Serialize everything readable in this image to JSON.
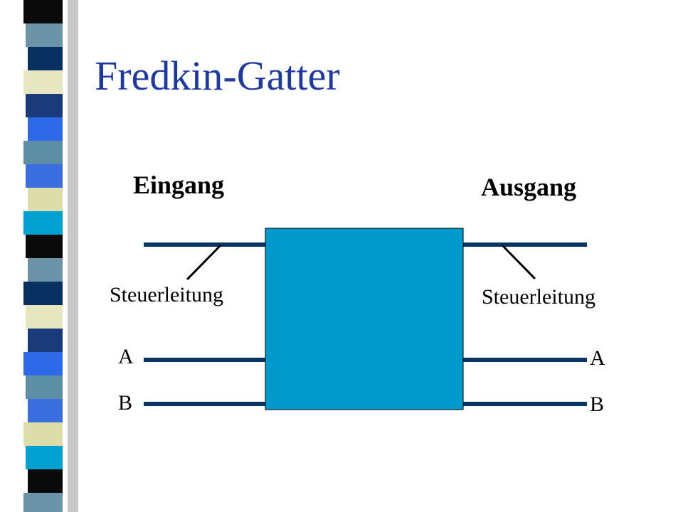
{
  "slide": {
    "title": "Fredkin-Gatter"
  },
  "diagram": {
    "input_heading": "Eingang",
    "output_heading": "Ausgang",
    "input_control_label": "Steuerleitung",
    "output_control_label": "Steuerleitung",
    "input_a_label": "A",
    "input_b_label": "B",
    "output_a_label": "A",
    "output_b_label": "B"
  },
  "colors": {
    "title": "#1f3a9e",
    "gate_fill": "#0099cc",
    "wire": "#0a3466",
    "sidebar_stripes": [
      "#6c93a8",
      "#1a3a7a",
      "#3b6fe0",
      "#0a0a0a",
      "#e6e6c0",
      "#5c8fa6",
      "#00a0d0",
      "#083060",
      "#2e6ae8",
      "#ddddaa"
    ]
  }
}
